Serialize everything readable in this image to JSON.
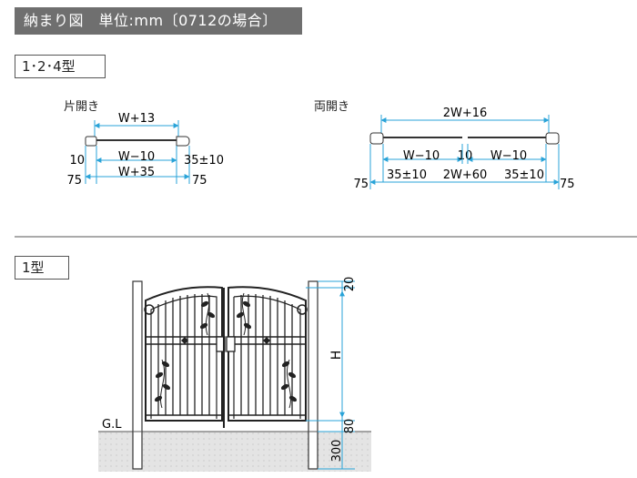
{
  "header": {
    "title": "納まり図　単位:mm〔0712の場合〕"
  },
  "section_top": {
    "type_label": "1･2･4型",
    "single": {
      "title": "片開き",
      "dim_top": "W+13",
      "dim_inner": "W−10",
      "dim_left_gap": "10",
      "dim_right_gap": "35±10",
      "dim_overall": "W+35",
      "dim_left_post": "75",
      "dim_right_post": "75"
    },
    "double": {
      "title": "両開き",
      "dim_top": "2W+16",
      "dim_inner_left": "W−10",
      "dim_center_gap": "10",
      "dim_inner_right": "W−10",
      "dim_left_gap": "35±10",
      "dim_overall": "2W+60",
      "dim_right_gap": "35±10",
      "dim_left_post": "75",
      "dim_right_post": "75"
    }
  },
  "section_bottom": {
    "type_label": "1型",
    "ground_label": "G.L",
    "dim_top": "20",
    "dim_height": "H",
    "dim_bottom_gap": "80",
    "dim_foundation": "300"
  }
}
